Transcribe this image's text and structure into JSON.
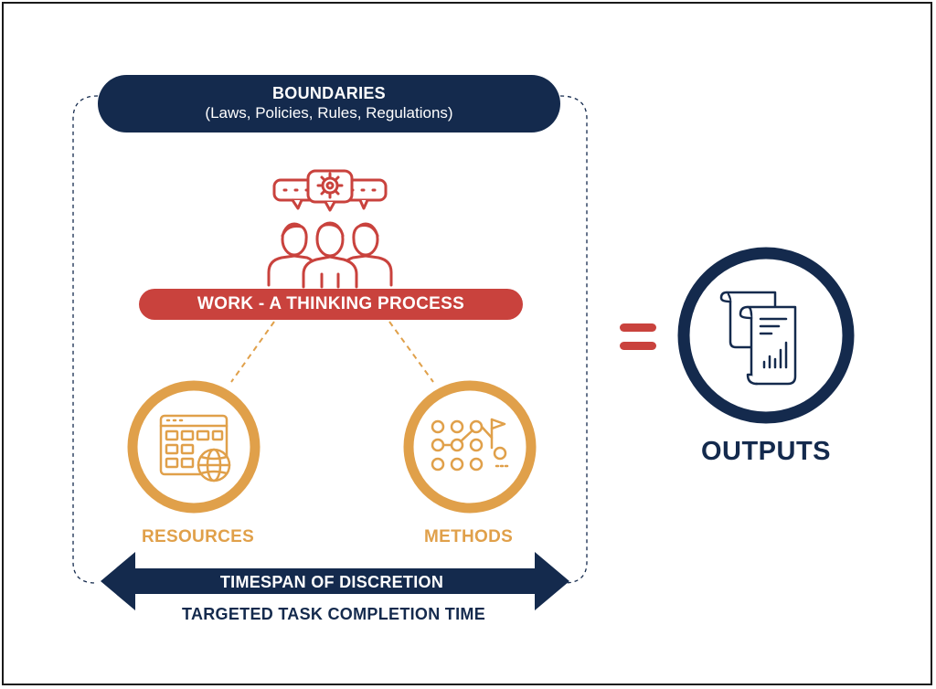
{
  "boundaries": {
    "title": "BOUNDARIES",
    "subtitle": "(Laws, Policies, Rules, Regulations)"
  },
  "work": {
    "label": "WORK - A THINKING PROCESS"
  },
  "resources": {
    "label": "RESOURCES",
    "icon": "browser-globe-icon"
  },
  "methods": {
    "label": "METHODS",
    "icon": "path-flag-icon"
  },
  "timespan": {
    "label": "TIMESPAN OF DISCRETION",
    "sublabel": "TARGETED TASK COMPLETION TIME"
  },
  "outputs": {
    "label": "OUTPUTS",
    "icon": "report-document-icon",
    "operator": "="
  },
  "colors": {
    "navy": "#142a4d",
    "red": "#c9423d",
    "gold": "#e0a04a"
  }
}
